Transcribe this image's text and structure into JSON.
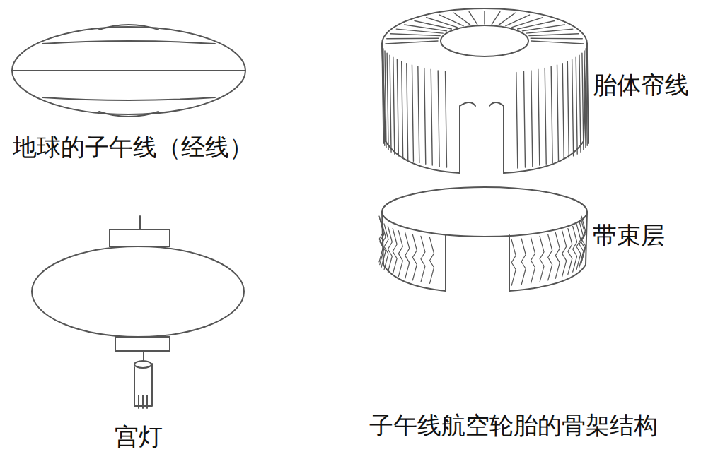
{
  "diagram": {
    "labels": [
      "地球的子午线（经线）",
      "宫灯",
      "胎体帘线",
      "带束层",
      "子午线航空轮胎的骨架结构"
    ]
  }
}
